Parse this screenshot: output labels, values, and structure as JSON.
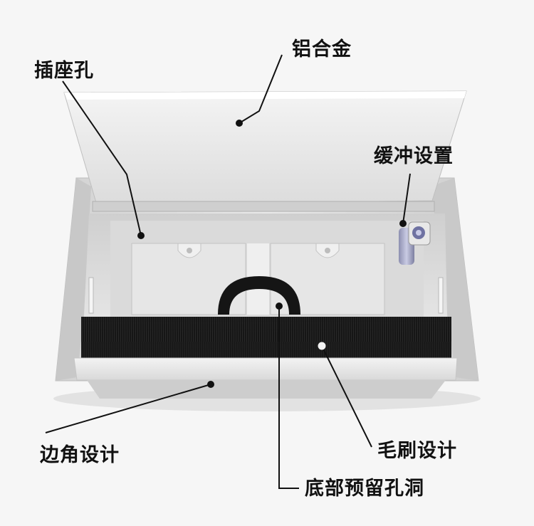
{
  "callouts": {
    "aluminum_alloy": "铝合金",
    "socket_hole": "插座孔",
    "buffer_setting": "缓冲设置",
    "corner_design": "边角设计",
    "brush_design": "毛刷设计",
    "bottom_reserved_hole": "底部预留孔洞"
  }
}
